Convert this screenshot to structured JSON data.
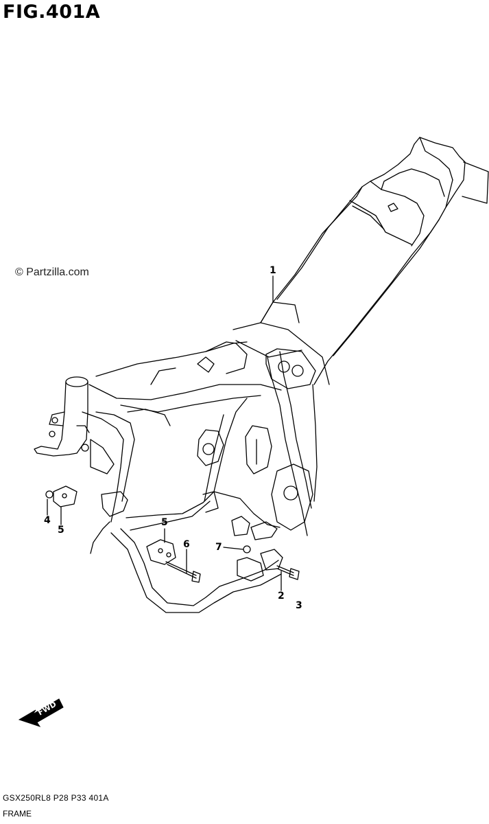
{
  "figure": {
    "title": "FIG.401A",
    "watermark": "© Partzilla.com"
  },
  "callouts": [
    {
      "id": "1",
      "label": "1"
    },
    {
      "id": "2",
      "label": "2"
    },
    {
      "id": "3",
      "label": "3"
    },
    {
      "id": "4",
      "label": "4"
    },
    {
      "id": "5a",
      "label": "5"
    },
    {
      "id": "5b",
      "label": "5"
    },
    {
      "id": "6",
      "label": "6"
    },
    {
      "id": "7",
      "label": "7"
    }
  ],
  "direction_indicator": {
    "label": "FWD",
    "icon": "fwd-arrow-icon"
  },
  "footer": {
    "code": "GSX250RL8  P28  P33  401A",
    "name": "FRAME"
  }
}
